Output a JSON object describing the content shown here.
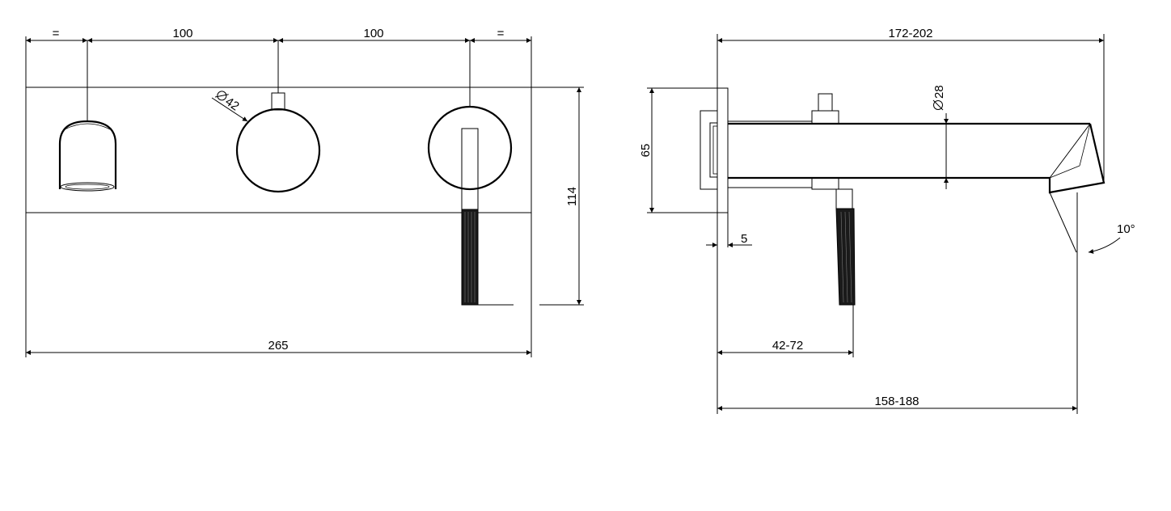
{
  "front_view": {
    "dim_left_equal": "=",
    "dim_spacing_1": "100",
    "dim_spacing_2": "100",
    "dim_right_equal": "=",
    "dim_diameter": "42",
    "dim_height": "114",
    "dim_width": "265"
  },
  "side_view": {
    "dim_total_length": "172-202",
    "dim_diameter": "28",
    "dim_plate_height": "65",
    "dim_plate_thickness": "5",
    "dim_angle": "10°",
    "dim_handle_offset": "42-72",
    "dim_spout_length": "158-188"
  }
}
